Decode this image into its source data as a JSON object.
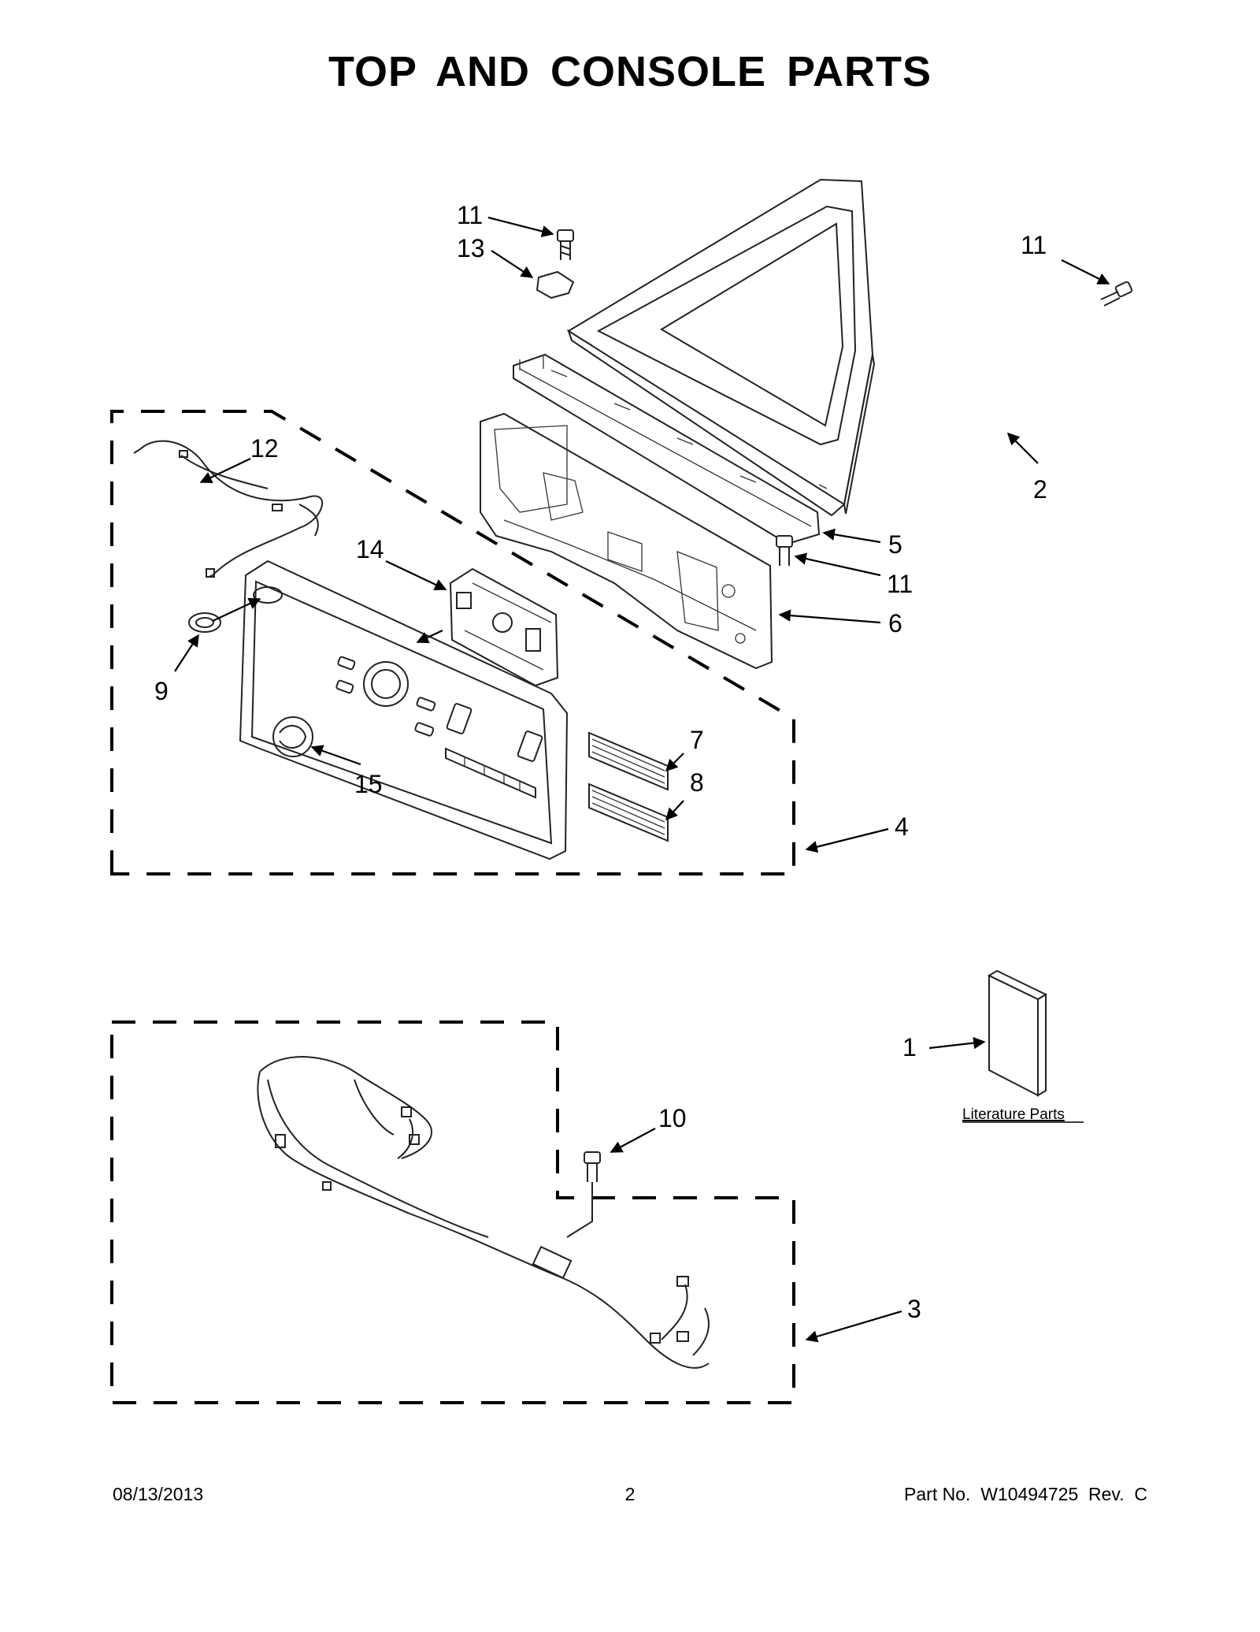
{
  "title": "TOP AND CONSOLE PARTS",
  "callouts": {
    "c1": "1",
    "c2": "2",
    "c3": "3",
    "c4": "4",
    "c5": "5",
    "c6": "6",
    "c7": "7",
    "c8": "8",
    "c9": "9",
    "c10": "10",
    "c11a": "11",
    "c11b": "11",
    "c11c": "11",
    "c12": "12",
    "c13": "13",
    "c14": "14",
    "c15": "15"
  },
  "literature_label": "Literature Parts",
  "footer": {
    "date": "08/13/2013",
    "page": "2",
    "part": "Part No.  W10494725  Rev.  C"
  }
}
